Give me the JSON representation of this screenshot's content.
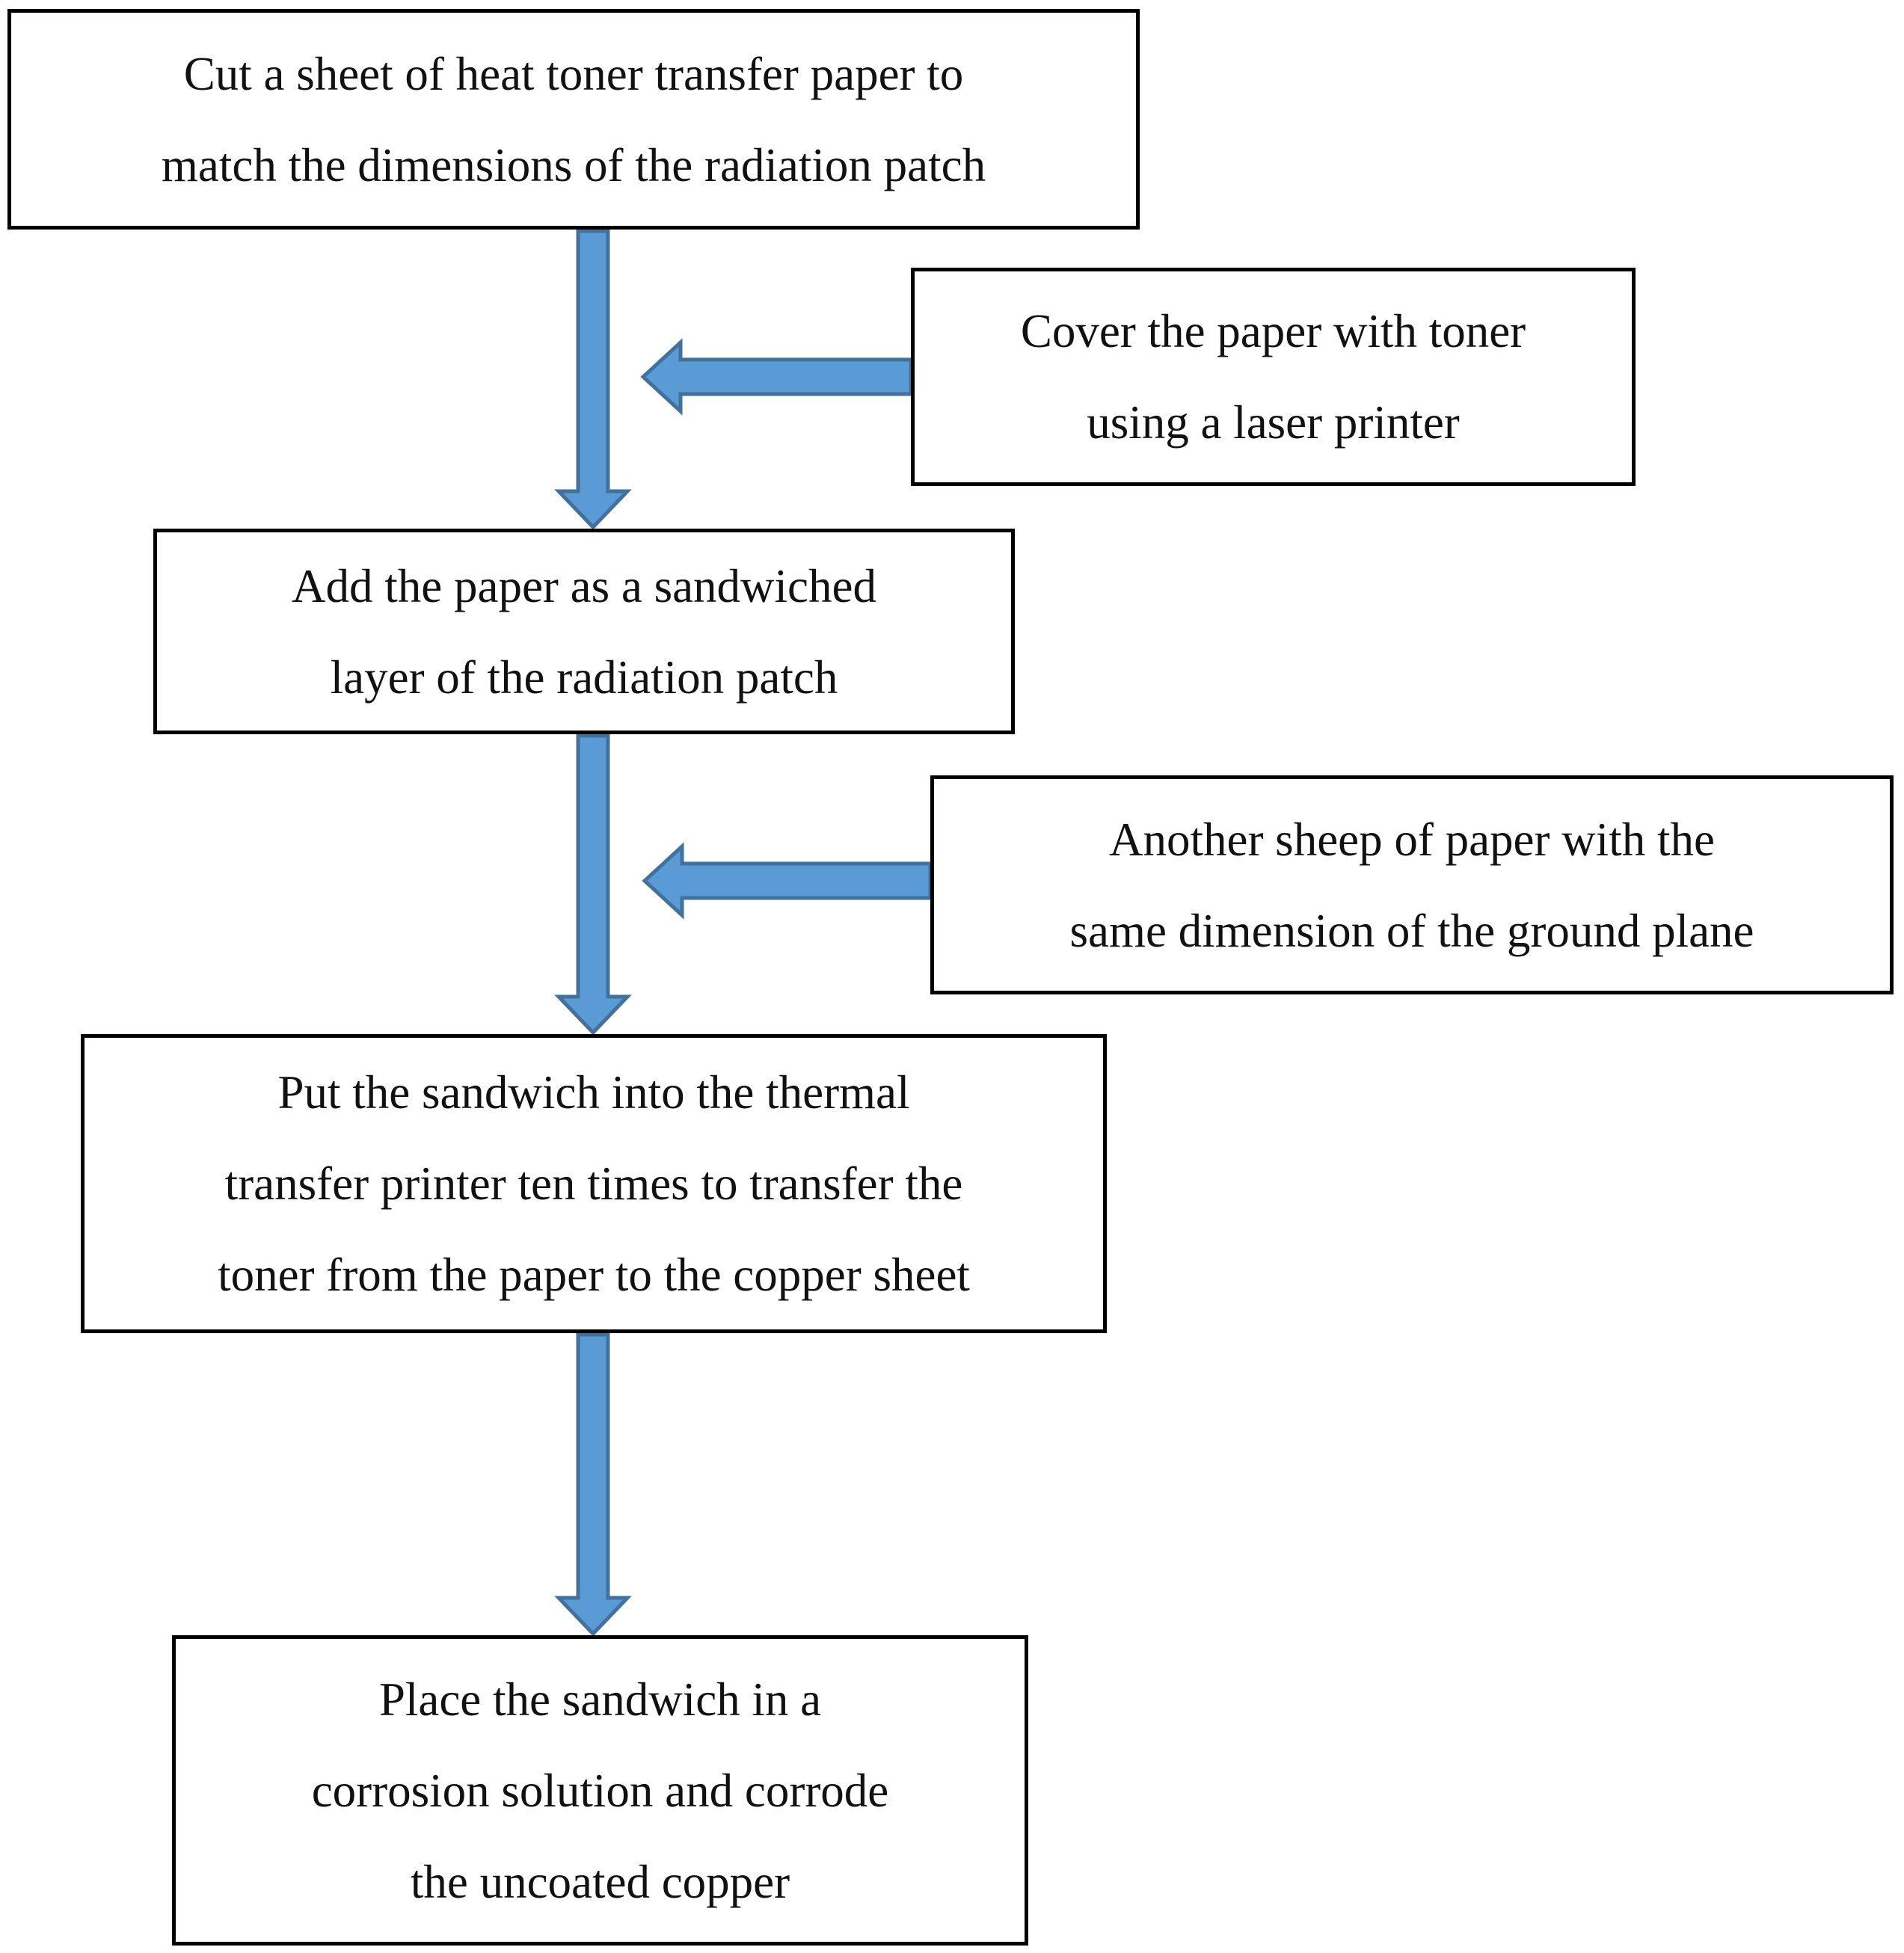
{
  "diagram": {
    "type": "flowchart",
    "arrow_fill_color": "#5B9BD5",
    "arrow_border_color": "#41719C",
    "box_border_color": "#000000",
    "text_color": "#111111",
    "steps": {
      "step1": {
        "lines": [
          "Cut a sheet of heat toner transfer paper to",
          "match the dimensions of the radiation patch"
        ]
      },
      "side1": {
        "lines": [
          "Cover the paper with toner",
          "using a laser printer"
        ]
      },
      "step2": {
        "lines": [
          "Add the paper as a sandwiched",
          "layer of the radiation patch"
        ]
      },
      "side2": {
        "lines": [
          "Another sheep of paper with the",
          "same dimension of the ground plane"
        ]
      },
      "step3": {
        "lines": [
          "Put the sandwich into the thermal",
          "transfer printer ten times to transfer the",
          "toner from the paper to the copper sheet"
        ]
      },
      "step4": {
        "lines": [
          "Place the sandwich in a",
          "corrosion solution and corrode",
          "the uncoated copper"
        ]
      }
    }
  }
}
